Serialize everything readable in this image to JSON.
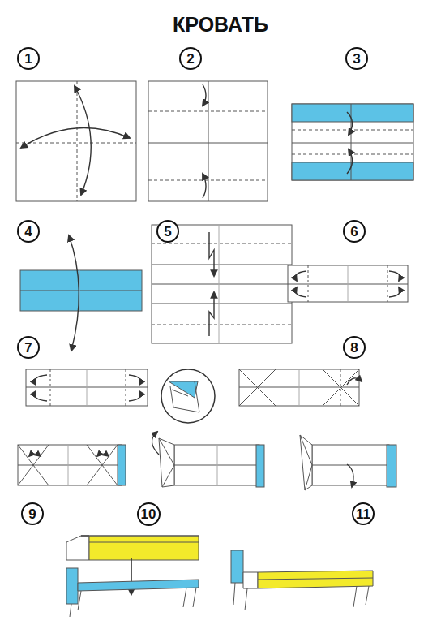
{
  "diagram": {
    "title": "КРОВАТЬ",
    "nodes": [
      {
        "text": [
          "1"
        ]
      },
      {
        "text": [
          "2"
        ]
      },
      {
        "text": [
          "3"
        ]
      },
      {
        "text": [
          "4"
        ]
      },
      {
        "text": [
          "5"
        ]
      },
      {
        "text": [
          "6"
        ]
      },
      {
        "text": [
          "7"
        ]
      },
      {
        "text": [
          "8"
        ]
      },
      {
        "text": [
          "9"
        ]
      },
      {
        "text": [
          "10"
        ]
      },
      {
        "text": [
          "11"
        ]
      }
    ]
  }
}
